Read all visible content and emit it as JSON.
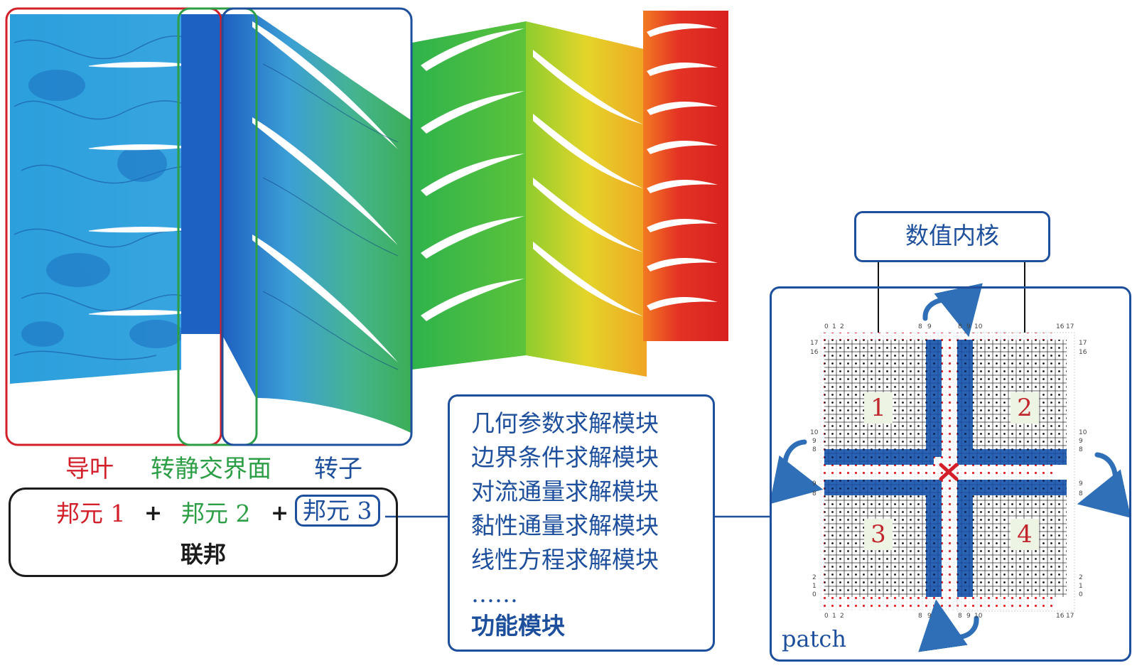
{
  "colors": {
    "red": "#d21f2a",
    "green": "#2c9e45",
    "blue": "#1e4f9c",
    "black": "#1b1b1b"
  },
  "labels": {
    "guide_vane": "导叶",
    "interface": "转静交界面",
    "rotor": "转子"
  },
  "federation": {
    "unit1": "邦元 1",
    "unit2": "邦元 2",
    "unit3": "邦元 3",
    "plus": "+",
    "title": "联邦"
  },
  "modules": {
    "items": [
      "几何参数求解模块",
      "边界条件求解模块",
      "对流通量求解模块",
      "黏性通量求解模块",
      "线性方程求解模块",
      "……"
    ],
    "title": "功能模块"
  },
  "kernel": {
    "title": "数值内核"
  },
  "patch": {
    "label": "patch",
    "quadrants": [
      "1",
      "2",
      "3",
      "4"
    ],
    "ticks": {
      "top_left": [
        "0",
        "1",
        "2"
      ],
      "top_mid_left": [
        "8",
        "9"
      ],
      "top_mid_right": [
        "8",
        "9",
        "10"
      ],
      "top_right": [
        "16",
        "17"
      ],
      "left_top": [
        "17",
        "16"
      ],
      "left_mid_upper": [
        "10",
        "9",
        "8"
      ],
      "left_mid_lower": [
        "9",
        "8"
      ],
      "left_bottom": [
        "2",
        "1",
        "0"
      ],
      "right_top": [
        "17",
        "16"
      ],
      "right_mid_upper": [
        "10",
        "9",
        "8"
      ],
      "right_mid_lower": [
        "9",
        "8"
      ],
      "right_bottom": [
        "2",
        "1",
        "0"
      ],
      "bottom_left": [
        "0",
        "1",
        "2"
      ],
      "bottom_mid_left": [
        "8",
        "9"
      ],
      "bottom_mid_right": [
        "8",
        "9",
        "10"
      ],
      "bottom_right": [
        "16",
        "17"
      ]
    }
  }
}
